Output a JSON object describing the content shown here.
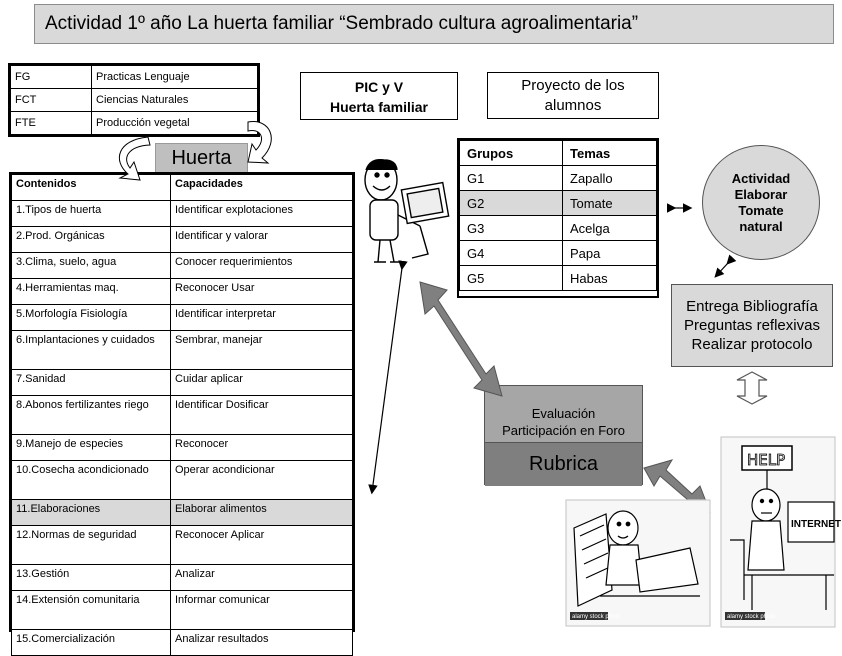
{
  "title": "Actividad 1º año   La huerta familiar “Sembrado cultura agroalimentaria”",
  "faculties": [
    {
      "code": "FG",
      "name": "Practicas Lenguaje"
    },
    {
      "code": "FCT",
      "name": "Ciencias Naturales"
    },
    {
      "code": "FTE",
      "name": "Producción vegetal"
    }
  ],
  "huerta_label": "Huerta",
  "contents_table": {
    "headers": [
      "Contenidos",
      "Capacidades"
    ],
    "rows": [
      {
        "c": "1.Tipos de huerta",
        "cap": "Identificar explotaciones"
      },
      {
        "c": "2.Prod. Orgánicas",
        "cap": "Identificar y valorar"
      },
      {
        "c": "3.Clima, suelo, agua",
        "cap": "Conocer requerimientos"
      },
      {
        "c": "4.Herramientas maq.",
        "cap": "Reconocer Usar"
      },
      {
        "c": "5.Morfología Fisiología",
        "cap": "Identificar interpretar"
      },
      {
        "c": "6.Implantaciones y cuidados",
        "cap": "Sembrar, manejar"
      },
      {
        "c": "7.Sanidad",
        "cap": "Cuidar aplicar"
      },
      {
        "c": "8.Abonos fertilizantes riego",
        "cap": "Identificar Dosificar"
      },
      {
        "c": "9.Manejo de especies",
        "cap": "Reconocer"
      },
      {
        "c": "10.Cosecha acondicionado",
        "cap": "Operar acondicionar"
      },
      {
        "c": "11.Elaboraciones",
        "cap": "Elaborar alimentos"
      },
      {
        "c": "12.Normas de seguridad",
        "cap": "Reconocer Aplicar"
      },
      {
        "c": "13.Gestión",
        "cap": "Analizar"
      },
      {
        "c": "14.Extensión comunitaria",
        "cap": "Informar comunicar"
      },
      {
        "c": "15.Comercialización",
        "cap": "Analizar resultados"
      }
    ]
  },
  "pic": {
    "line1": "PIC y V",
    "line2": "Huerta familiar"
  },
  "proyecto": {
    "line1": "Proyecto de los",
    "line2": "alumnos"
  },
  "groups_table": {
    "headers": [
      "Grupos",
      "Temas"
    ],
    "rows": [
      {
        "g": "G1",
        "t": "Zapallo"
      },
      {
        "g": "G2",
        "t": "Tomate"
      },
      {
        "g": "G3",
        "t": "Acelga"
      },
      {
        "g": "G4",
        "t": "Papa"
      },
      {
        "g": "G5",
        "t": "Habas"
      }
    ]
  },
  "actividad": {
    "l1": "Actividad",
    "l2": "Elaborar",
    "l3": "Tomate",
    "l4": "natural"
  },
  "entrega": {
    "l1": "Entrega Bibliografía",
    "l2": "Preguntas reflexivas",
    "l3": "Realizar protocolo"
  },
  "evaluacion": {
    "l1": "Evaluación",
    "l2": "Participación en Foro",
    "rubrica": "Rubrica"
  },
  "illustrations": {
    "help_sign": "HELP",
    "internet_label": "INTERNET",
    "stock_caption": "alamy stock photo"
  },
  "colors": {
    "box_light": "#d9d9d9",
    "box_mid": "#a6a6a6",
    "box_dark": "#7f7f7f",
    "arrow": "#808080"
  }
}
